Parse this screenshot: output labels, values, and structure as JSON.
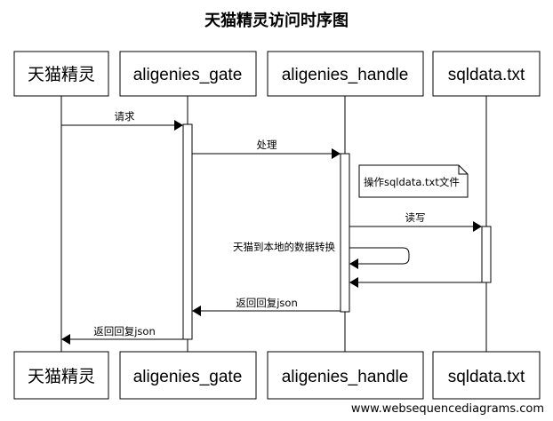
{
  "title": "天猫精灵访问时序图",
  "participants": [
    {
      "id": "tmall",
      "label": "天猫精灵"
    },
    {
      "id": "gate",
      "label": "aligenies_gate"
    },
    {
      "id": "handle",
      "label": "aligenies_handle"
    },
    {
      "id": "sql",
      "label": "sqldata.txt"
    }
  ],
  "messages": [
    {
      "from": "tmall",
      "to": "gate",
      "label": "请求",
      "style": "solid"
    },
    {
      "from": "gate",
      "to": "handle",
      "label": "处理",
      "style": "solid"
    },
    {
      "from": "handle",
      "to": "sql",
      "label": "读写",
      "style": "solid"
    },
    {
      "from": "handle",
      "to": "handle",
      "label": "天猫到本地的数据转换",
      "style": "self"
    },
    {
      "from": "sql",
      "to": "handle",
      "label": "",
      "style": "solid"
    },
    {
      "from": "handle",
      "to": "gate",
      "label": "返回回复json",
      "style": "solid"
    },
    {
      "from": "gate",
      "to": "tmall",
      "label": "返回回复json",
      "style": "solid"
    }
  ],
  "note": {
    "over": "handle",
    "text": "操作sqldata.txt文件"
  },
  "footer": "www.websequencediagrams.com"
}
